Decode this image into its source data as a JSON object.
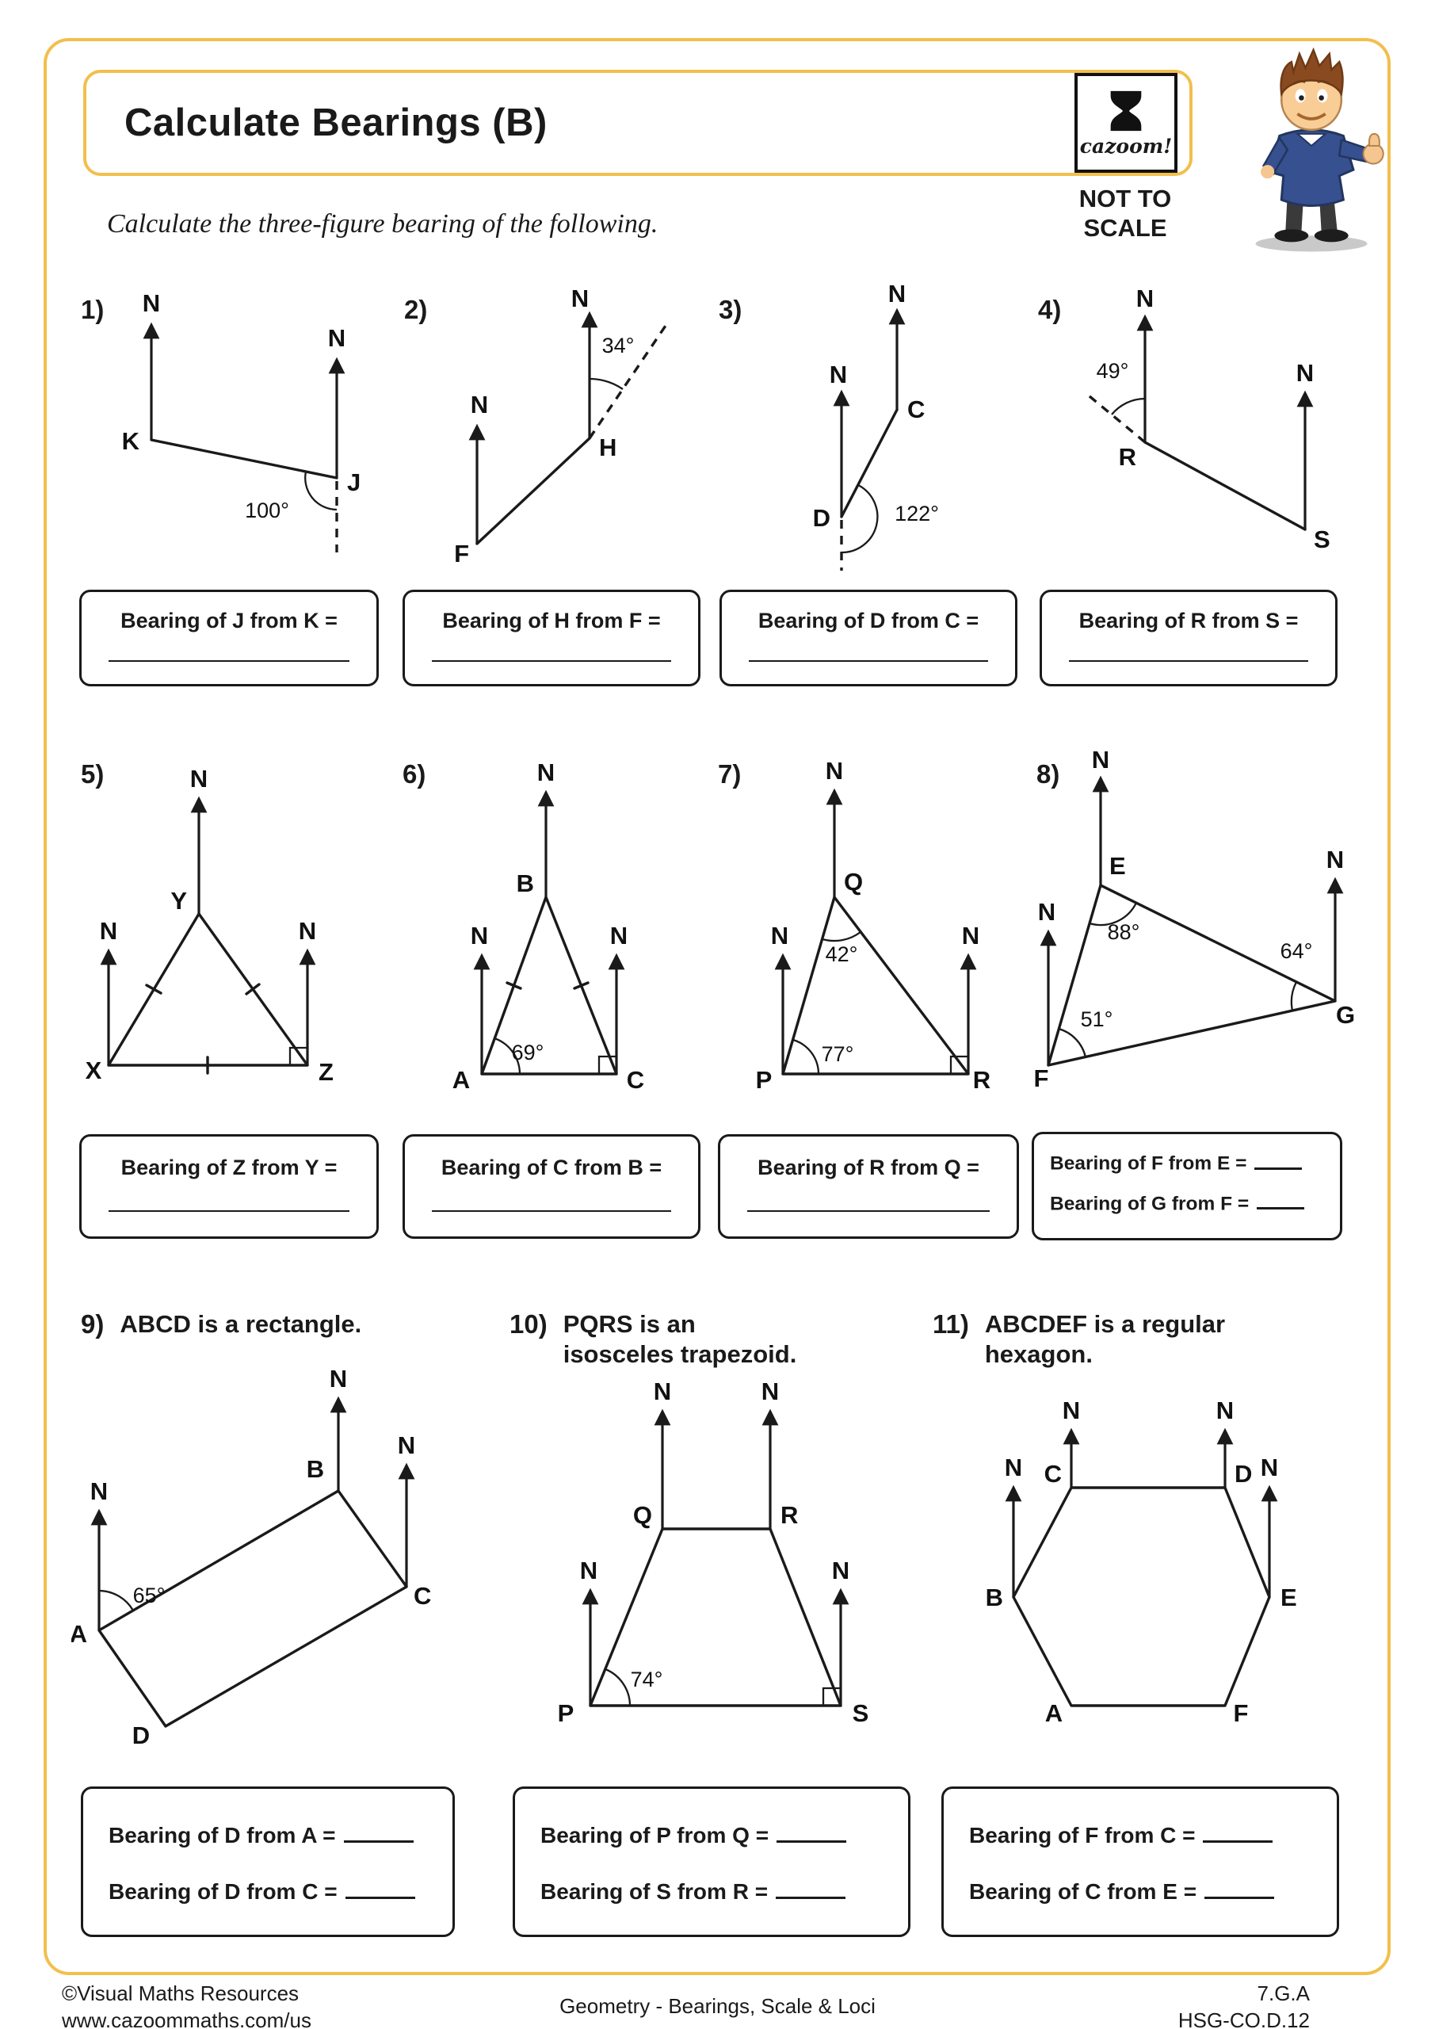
{
  "header": {
    "title": "Calculate Bearings (B)",
    "brand": "cazoom!",
    "not_to_scale_line1": "NOT TO",
    "not_to_scale_line2": "SCALE",
    "instruction": "Calculate the three-figure bearing of the following."
  },
  "n": "N",
  "colors": {
    "accent_border": "#f2bf4d",
    "ink": "#1a1a1a"
  },
  "problems": {
    "p1": {
      "num": "1)",
      "angle": "100°",
      "pt1": "K",
      "pt2": "J",
      "answer": "Bearing of J from K ="
    },
    "p2": {
      "num": "2)",
      "angle": "34°",
      "pt1": "F",
      "pt2": "H",
      "answer": "Bearing of H from F ="
    },
    "p3": {
      "num": "3)",
      "angle": "122°",
      "pt1": "D",
      "pt2": "C",
      "answer": "Bearing of D from C ="
    },
    "p4": {
      "num": "4)",
      "angle": "49°",
      "pt1": "R",
      "pt2": "S",
      "answer": "Bearing of R from S ="
    },
    "p5": {
      "num": "5)",
      "ptX": "X",
      "ptY": "Y",
      "ptZ": "Z",
      "answer": "Bearing of Z from Y ="
    },
    "p6": {
      "num": "6)",
      "angle": "69°",
      "ptA": "A",
      "ptB": "B",
      "ptC": "C",
      "answer": "Bearing of C from B ="
    },
    "p7": {
      "num": "7)",
      "angle_q": "42°",
      "angle_p": "77°",
      "ptP": "P",
      "ptQ": "Q",
      "ptR": "R",
      "answer": "Bearing of R from Q ="
    },
    "p8": {
      "num": "8)",
      "angle_e": "88°",
      "angle_f": "51°",
      "angle_g": "64°",
      "ptE": "E",
      "ptF": "F",
      "ptG": "G",
      "answer1": "Bearing of F from E =",
      "answer2": "Bearing of G from F ="
    },
    "p9": {
      "num": "9)",
      "heading": "ABCD is a rectangle.",
      "angle": "65°",
      "ptA": "A",
      "ptB": "B",
      "ptC": "C",
      "ptD": "D",
      "answer1": "Bearing of D from A =",
      "answer2": "Bearing of D from C ="
    },
    "p10": {
      "num": "10)",
      "heading1": "PQRS is an",
      "heading2": "isosceles trapezoid.",
      "angle": "74°",
      "ptP": "P",
      "ptQ": "Q",
      "ptR": "R",
      "ptS": "S",
      "answer1": "Bearing of P from Q =",
      "answer2": "Bearing of S from R ="
    },
    "p11": {
      "num": "11)",
      "heading1": "ABCDEF is a regular",
      "heading2": "hexagon.",
      "ptA": "A",
      "ptB": "B",
      "ptC": "C",
      "ptD": "D",
      "ptE": "E",
      "ptF": "F",
      "answer1": "Bearing of F from C =",
      "answer2": "Bearing of C from E ="
    }
  },
  "footer": {
    "copyright": "©Visual Maths Resources",
    "url": "www.cazoommaths.com/us",
    "subject": "Geometry - Bearings, Scale & Loci",
    "standard1": "7.G.A",
    "standard2": "HSG-CO.D.12"
  }
}
